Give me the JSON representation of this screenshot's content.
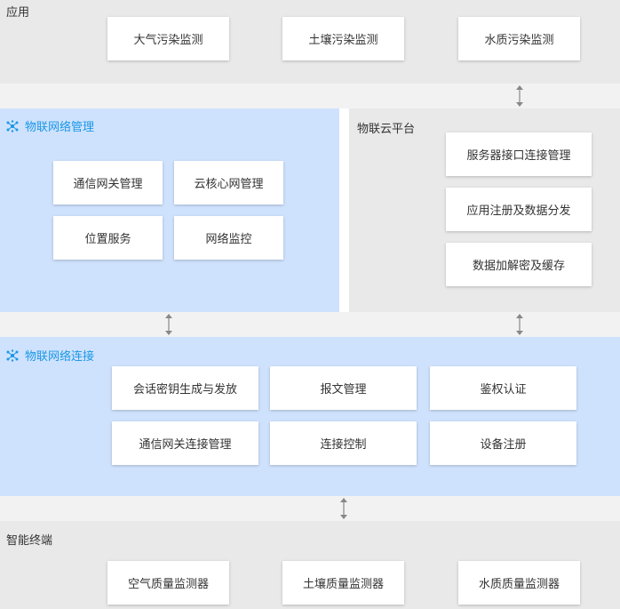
{
  "app": {
    "title": "应用",
    "items": [
      "大气污染监测",
      "土壤污染监测",
      "水质污染监测"
    ]
  },
  "iot_mgmt": {
    "title": "物联网络管理",
    "items": [
      "通信网关管理",
      "云核心网管理",
      "位置服务",
      "网络监控"
    ]
  },
  "cloud": {
    "title": "物联云平台",
    "items": [
      "服务器接口连接管理",
      "应用注册及数据分发",
      "数据加解密及缓存"
    ]
  },
  "iot_conn": {
    "title": "物联网络连接",
    "items": [
      "会话密钥生成与发放",
      "报文管理",
      "鉴权认证",
      "通信网关连接管理",
      "连接控制",
      "设备注册"
    ]
  },
  "terminal": {
    "title": "智能终端",
    "items": [
      "空气质量监测器",
      "土壤质量监测器",
      "水质质量监测器"
    ]
  },
  "colors": {
    "gray_band": "#e9e9e9",
    "blue_band": "#cfe2fd",
    "accent_title": "#1a98e6",
    "arrow": "#888888"
  },
  "icons": {
    "section_icon": "network-nodes-icon",
    "connector": "double-arrow-icon"
  }
}
